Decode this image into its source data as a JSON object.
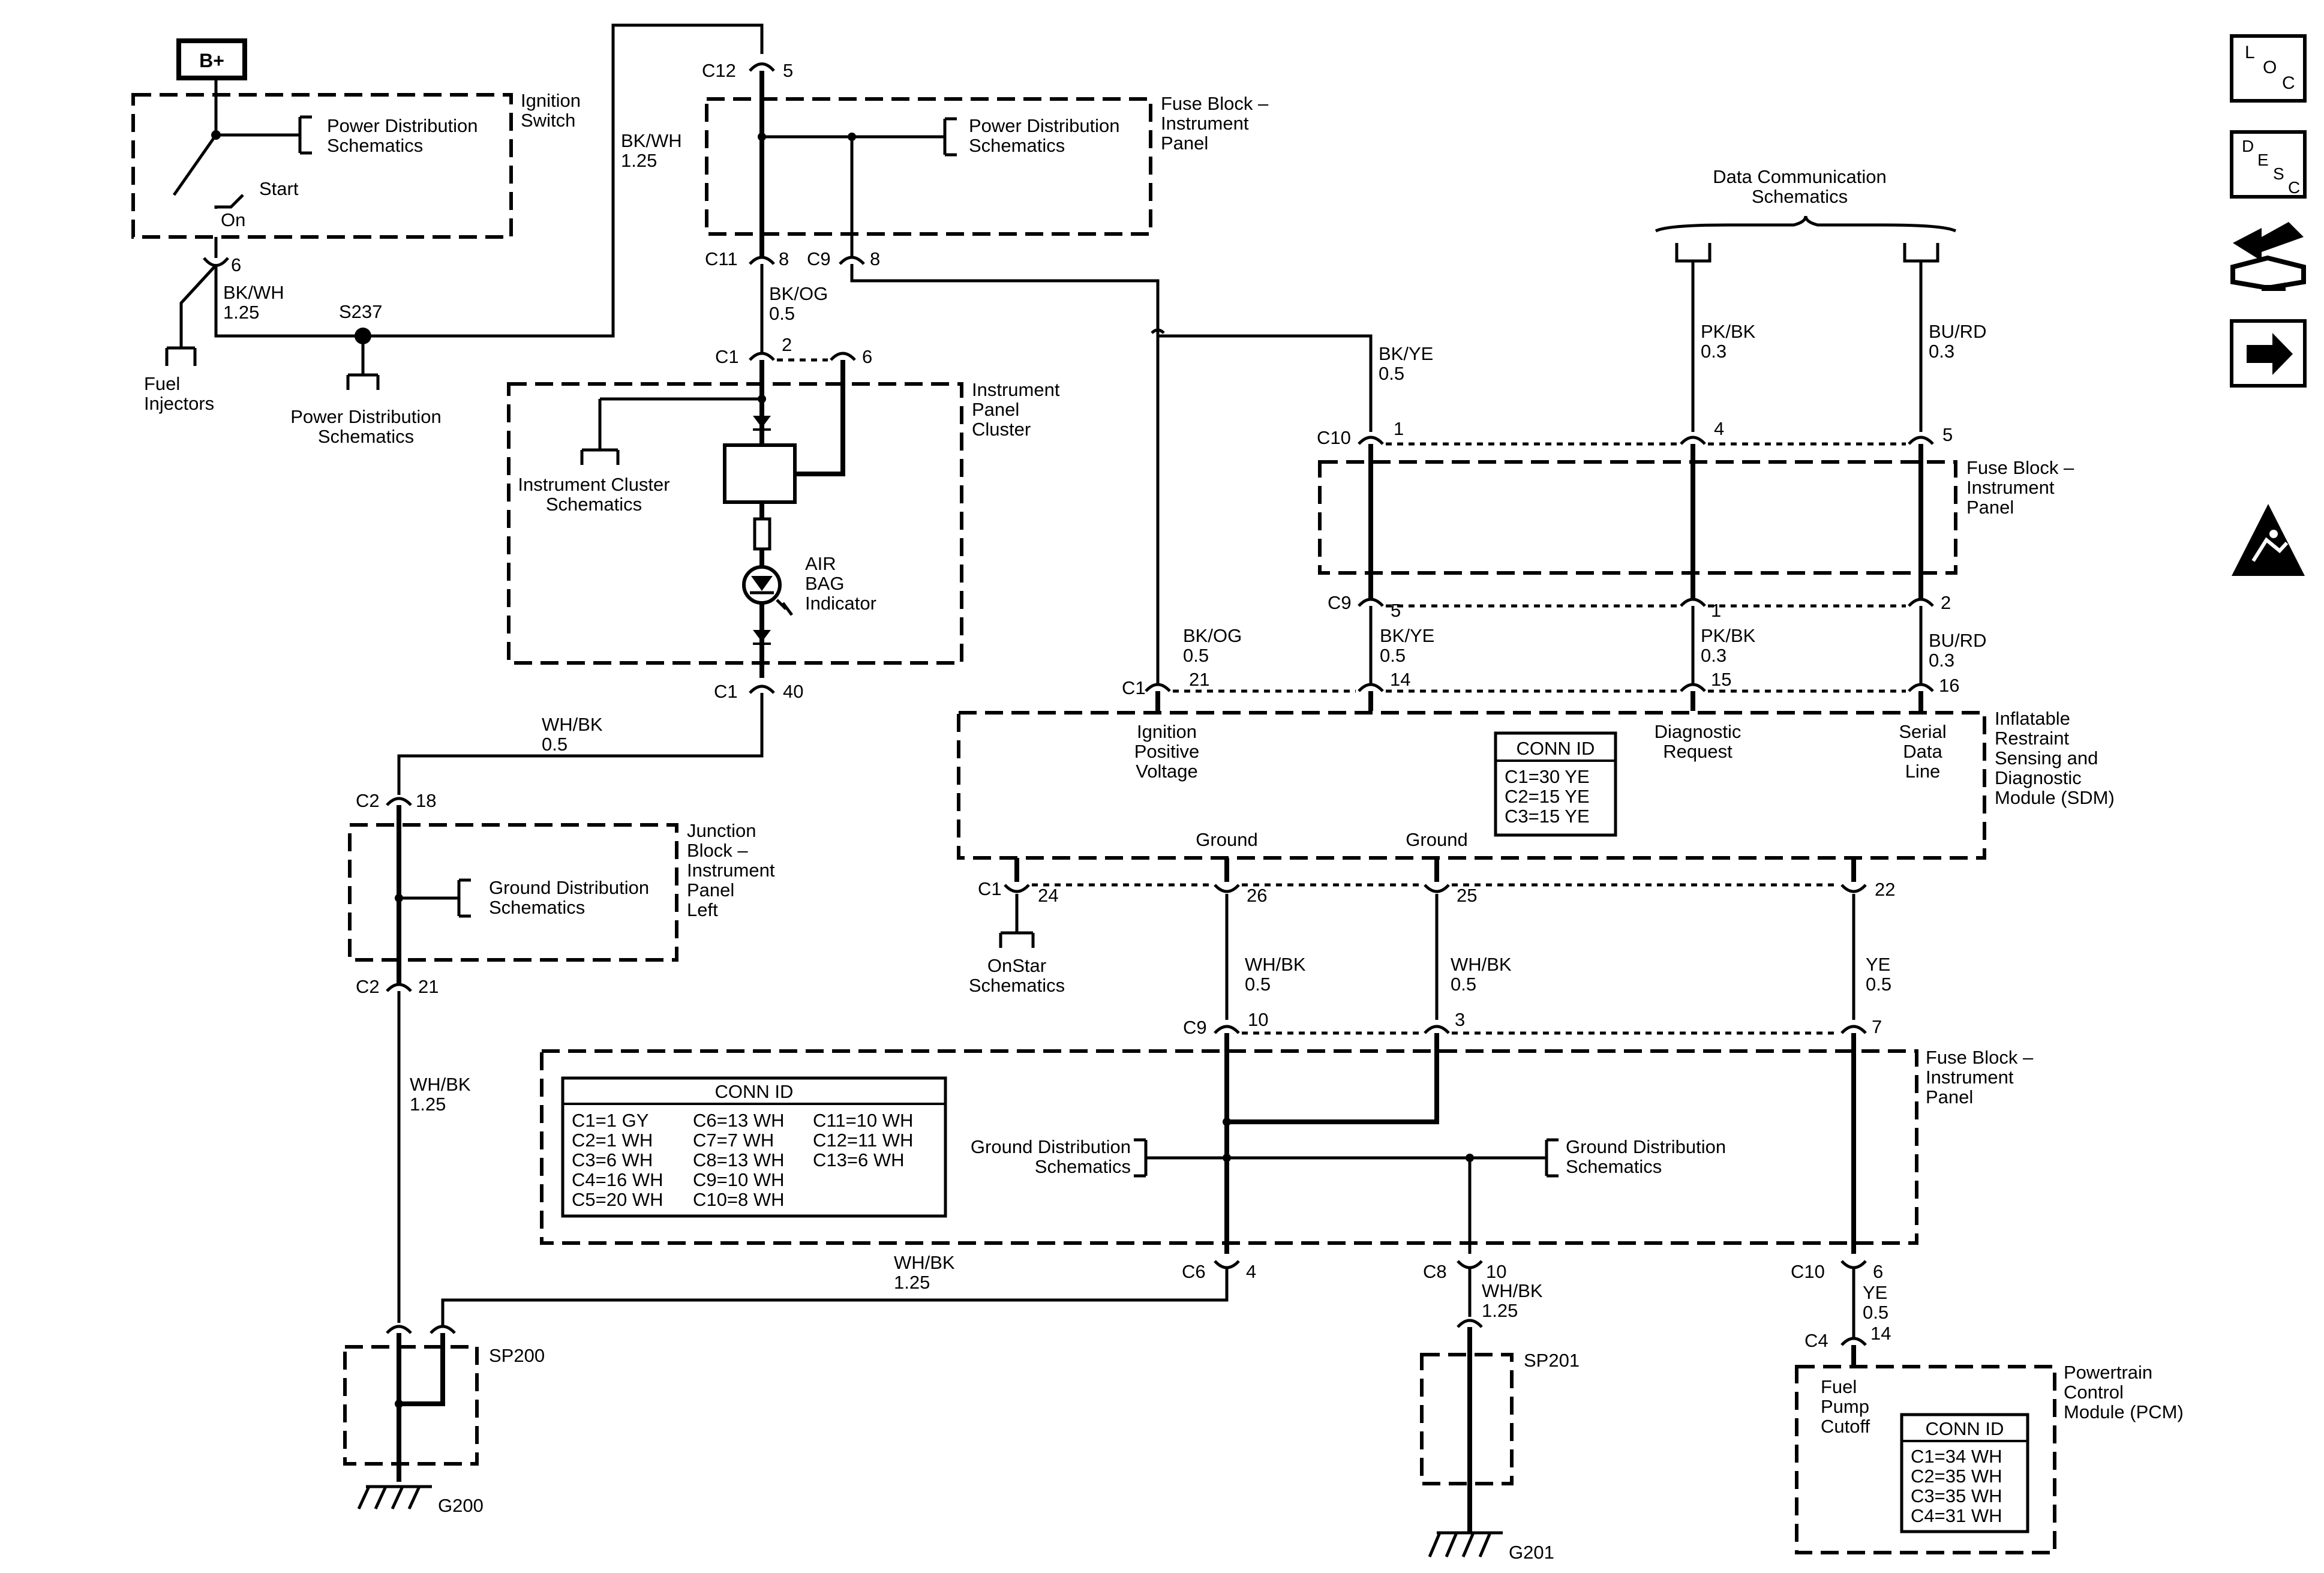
{
  "icons": {
    "loc": [
      "L",
      "O",
      "C"
    ],
    "desc": [
      "D",
      "E",
      "S",
      "C"
    ]
  },
  "top": {
    "bplus": "B+",
    "ignition_switch": [
      "Ignition",
      "Switch"
    ],
    "pds": [
      "Power Distribution",
      "Schematics"
    ],
    "start": "Start",
    "on": "On",
    "pin6": "6",
    "bkwh": [
      "BK/WH",
      "1.25"
    ],
    "s237": "S237",
    "fuel_injectors": [
      "Fuel",
      "Injectors"
    ],
    "bkwh_top": [
      "BK/WH",
      "1.25"
    ],
    "c12": "C12",
    "c12pin": "5",
    "fuse_block": [
      "Fuse Block –",
      "Instrument",
      "Panel"
    ],
    "c11": "C11",
    "c11pin": "8",
    "c9": "C9",
    "c9pin": "8",
    "bkog": [
      "BK/OG",
      "0.5"
    ],
    "bkye": [
      "BK/YE",
      "0.5"
    ],
    "data_comm": [
      "Data Communication",
      "Schematics"
    ],
    "pkbk": [
      "PK/BK",
      "0.3"
    ],
    "burd": [
      "BU/RD",
      "0.3"
    ]
  },
  "cluster": {
    "c1": "C1",
    "pin2": "2",
    "pin6": "6",
    "label": [
      "Instrument",
      "Panel",
      "Cluster"
    ],
    "ics": [
      "Instrument Cluster",
      "Schematics"
    ],
    "airbag": [
      "AIR",
      "BAG",
      "Indicator"
    ],
    "c1b": "C1",
    "pin40": "40"
  },
  "junction": {
    "whbk": [
      "WH/BK",
      "0.5"
    ],
    "c2": "C2",
    "pin18": "18",
    "label": [
      "Junction",
      "Block –",
      "Instrument",
      "Panel",
      "Left"
    ],
    "gds": [
      "Ground Distribution",
      "Schematics"
    ],
    "c2b": "C2",
    "pin21": "21",
    "whbk125": [
      "WH/BK",
      "1.25"
    ]
  },
  "fuse_right": {
    "c10": "C10",
    "p1": "1",
    "p4": "4",
    "p5": "5",
    "label": [
      "Fuse Block –",
      "Instrument",
      "Panel"
    ],
    "c9": "C9",
    "p5b": "5",
    "p1b": "1",
    "p2b": "2",
    "bkog": [
      "BK/OG",
      "0.5"
    ],
    "bkye": [
      "BK/YE",
      "0.5"
    ],
    "pkbk": [
      "PK/BK",
      "0.3"
    ],
    "burd": [
      "BU/RD",
      "0.3"
    ]
  },
  "sdm": {
    "c1": "C1",
    "p21": "21",
    "p14": "14",
    "p15": "15",
    "p16": "16",
    "ignition": [
      "Ignition",
      "Positive",
      "Voltage"
    ],
    "diag": [
      "Diagnostic",
      "Request"
    ],
    "serial": [
      "Serial",
      "Data",
      "Line"
    ],
    "label": [
      "Inflatable",
      "Restraint",
      "Sensing and",
      "Diagnostic",
      "Module (SDM)"
    ],
    "conn_title": "CONN ID",
    "conn_rows": [
      "C1=30 YE",
      "C2=15 YE",
      "C3=15 YE"
    ],
    "ground1": "Ground",
    "ground2": "Ground",
    "c1b": "C1",
    "p24": "24",
    "p26": "26",
    "p25": "25",
    "p22": "22",
    "onstar": [
      "OnStar",
      "Schematics"
    ]
  },
  "lower": {
    "whbk1": [
      "WH/BK",
      "0.5"
    ],
    "whbk2": [
      "WH/BK",
      "0.5"
    ],
    "ye": [
      "YE",
      "0.5"
    ],
    "c9": "C9",
    "p10": "10",
    "p3": "3",
    "p7": "7",
    "label": [
      "Fuse Block –",
      "Instrument",
      "Panel"
    ],
    "conn_title": "CONN ID",
    "conn_col1": [
      "C1=1 GY",
      "C2=1 WH",
      "C3=6 WH",
      "C4=16 WH",
      "C5=20 WH"
    ],
    "conn_col2": [
      "C6=13 WH",
      "C7=7 WH",
      "C8=13 WH",
      "C9=10 WH",
      "C10=8 WH"
    ],
    "conn_col3": [
      "C11=10 WH",
      "C12=11 WH",
      "C13=6 WH"
    ],
    "gds_left": [
      "Ground Distribution",
      "Schematics"
    ],
    "gds_right": [
      "Ground Distribution",
      "Schematics"
    ],
    "whbk125": [
      "WH/BK",
      "1.25"
    ],
    "c6": "C6",
    "p4": "4",
    "c8": "C8",
    "p10b": "10",
    "whbk_c8": [
      "WH/BK",
      "1.25"
    ],
    "c10": "C10",
    "p6": "6",
    "ye2": [
      "YE",
      "0.5"
    ],
    "c4": "C4",
    "p14": "14"
  },
  "bottom": {
    "sp200": "SP200",
    "g200": "G200",
    "sp201": "SP201",
    "g201": "G201",
    "fuel_pump": [
      "Fuel",
      "Pump",
      "Cutoff"
    ],
    "pcm": [
      "Powertrain",
      "Control",
      "Module (PCM)"
    ],
    "conn_title": "CONN ID",
    "conn_rows": [
      "C1=34 WH",
      "C2=35 WH",
      "C3=35 WH",
      "C4=31 WH"
    ]
  }
}
